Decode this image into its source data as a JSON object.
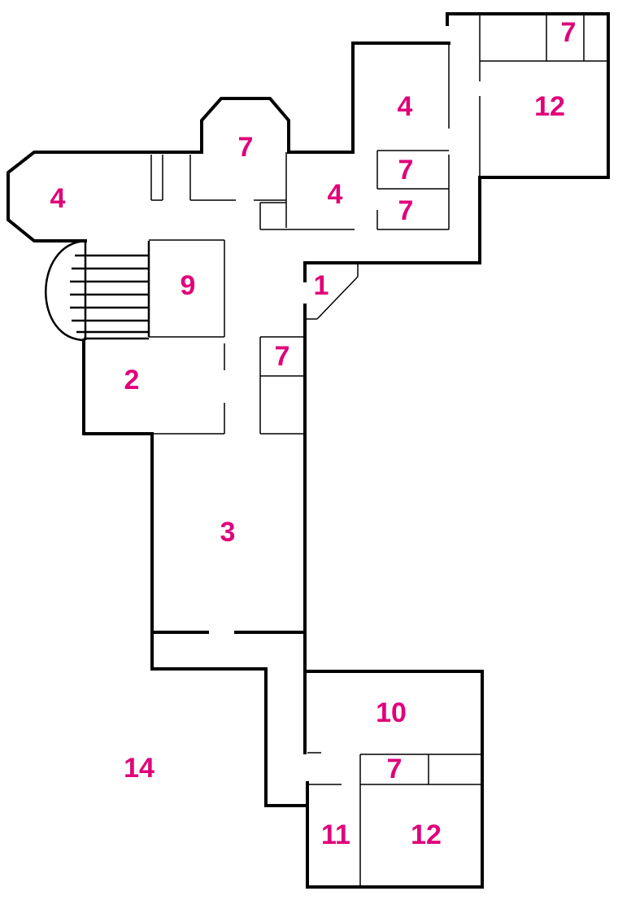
{
  "colors": {
    "label": "#e0007a",
    "wall": "#000000",
    "background": "#ffffff"
  },
  "rooms": [
    {
      "id": "north-east-wc",
      "label": "7"
    },
    {
      "id": "north-east-gallery",
      "label": "12"
    },
    {
      "id": "north-corridor-room",
      "label": "4"
    },
    {
      "id": "tower-wc",
      "label": "7"
    },
    {
      "id": "west-bay-room",
      "label": "4"
    },
    {
      "id": "center-room",
      "label": "4"
    },
    {
      "id": "center-wc-upper",
      "label": "7"
    },
    {
      "id": "center-wc-lower",
      "label": "7"
    },
    {
      "id": "stairwell",
      "label": "9"
    },
    {
      "id": "entrance",
      "label": "1"
    },
    {
      "id": "corridor-wc",
      "label": "7"
    },
    {
      "id": "west-room",
      "label": "2"
    },
    {
      "id": "main-hall",
      "label": "3"
    },
    {
      "id": "south-room",
      "label": "10"
    },
    {
      "id": "south-wc",
      "label": "7"
    },
    {
      "id": "south-small-room",
      "label": "11"
    },
    {
      "id": "south-gallery",
      "label": "12"
    },
    {
      "id": "outside",
      "label": "14"
    }
  ]
}
